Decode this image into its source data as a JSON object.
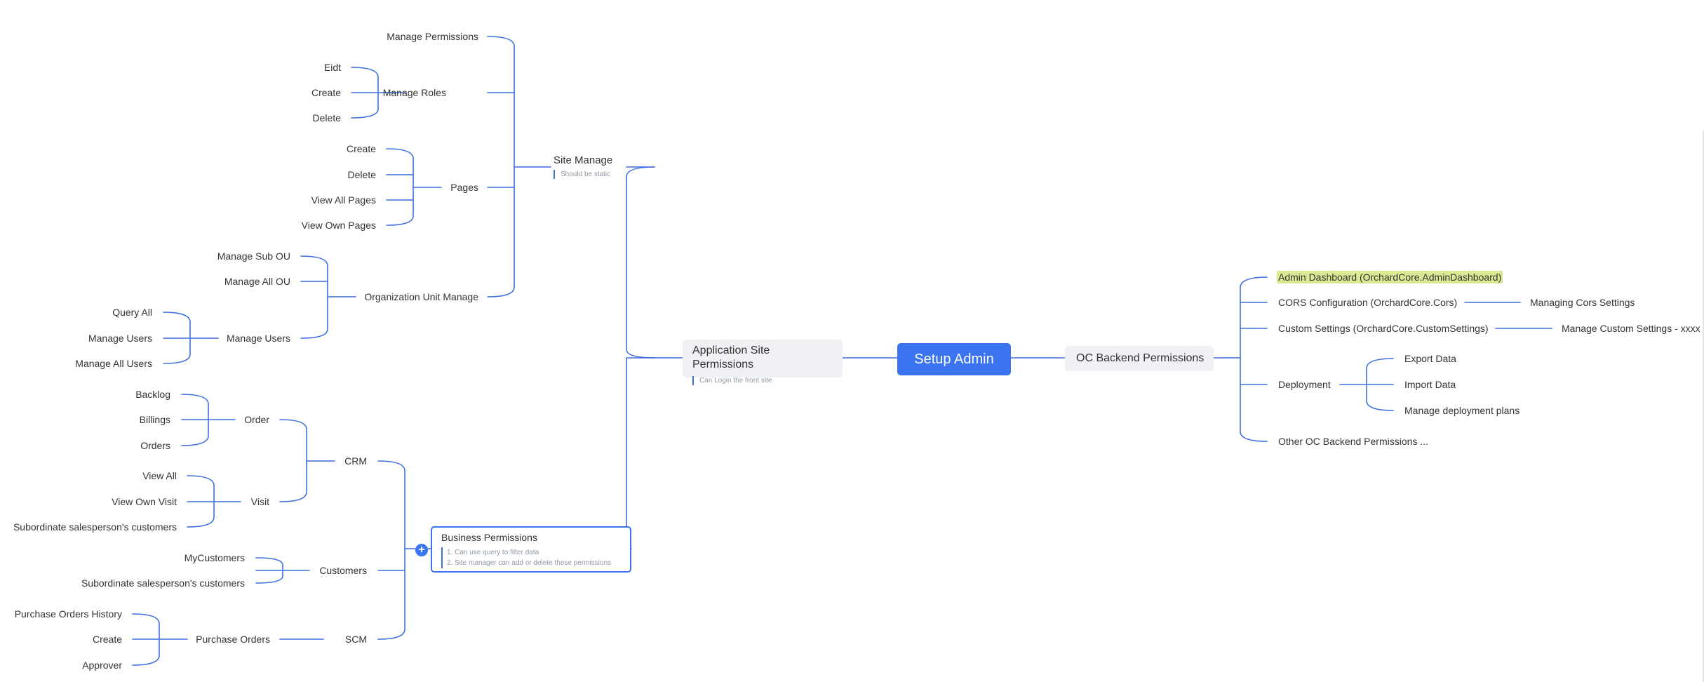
{
  "root": "Setup Admin",
  "oc": {
    "title": "OC Backend Permissions",
    "admin_dashboard": "Admin Dashboard (OrchardCore.AdminDashboard)",
    "cors": "CORS Configuration (OrchardCore.Cors)",
    "cors_child": "Managing Cors Settings",
    "custom": "Custom Settings (OrchardCore.CustomSettings)",
    "custom_child": "Manage Custom Settings - xxxx",
    "deployment": "Deployment",
    "export": "Export Data",
    "import": "Import Data",
    "plans": "Manage deployment plans",
    "other": "Other OC Backend Permissions ..."
  },
  "app": {
    "title": "Application Site Permissions",
    "note": "Can Login the front site",
    "site": {
      "title": "Site Manage",
      "note": "Should be static",
      "manage_permissions": "Manage Permissions",
      "manage_roles": "Manage Roles",
      "roles_edit": "Eidt",
      "roles_create": "Create",
      "roles_delete": "Delete",
      "pages": "Pages",
      "pages_create": "Create",
      "pages_delete": "Delete",
      "pages_view_all": "View All Pages",
      "pages_view_own": "View Own Pages",
      "org": "Organization Unit Manage",
      "manage_sub_ou": "Manage Sub OU",
      "manage_all_ou": "Manage All OU",
      "manage_users": "Manage Users",
      "query_all": "Query All",
      "users_manage": "Manage Users",
      "manage_all_users": "Manage All Users"
    },
    "business": {
      "title": "Business Permissions",
      "note1": "1. Can use  query to filter data",
      "note2": "2. Site manager can add or delete these permissions",
      "crm": "CRM",
      "order": "Order",
      "backlog": "Backlog",
      "billings": "Billings",
      "orders": "Orders",
      "visit": "Visit",
      "view_all": "View All",
      "view_own_visit": "View Own Visit",
      "visit_subordinate": "Subordinate salesperson's customers",
      "customers": "Customers",
      "my_customers": "MyCustomers",
      "cust_subordinate": "Subordinate salesperson's customers",
      "scm": "SCM",
      "purchase_orders": "Purchase Orders",
      "po_history": "Purchase Orders History",
      "po_create": "Create",
      "po_approver": "Approver"
    }
  },
  "colors": {
    "connector": "#3f6fe0",
    "root_fill": "#3b74f0",
    "node_fill": "#eff1f4",
    "highlight": "#d9ea92"
  }
}
